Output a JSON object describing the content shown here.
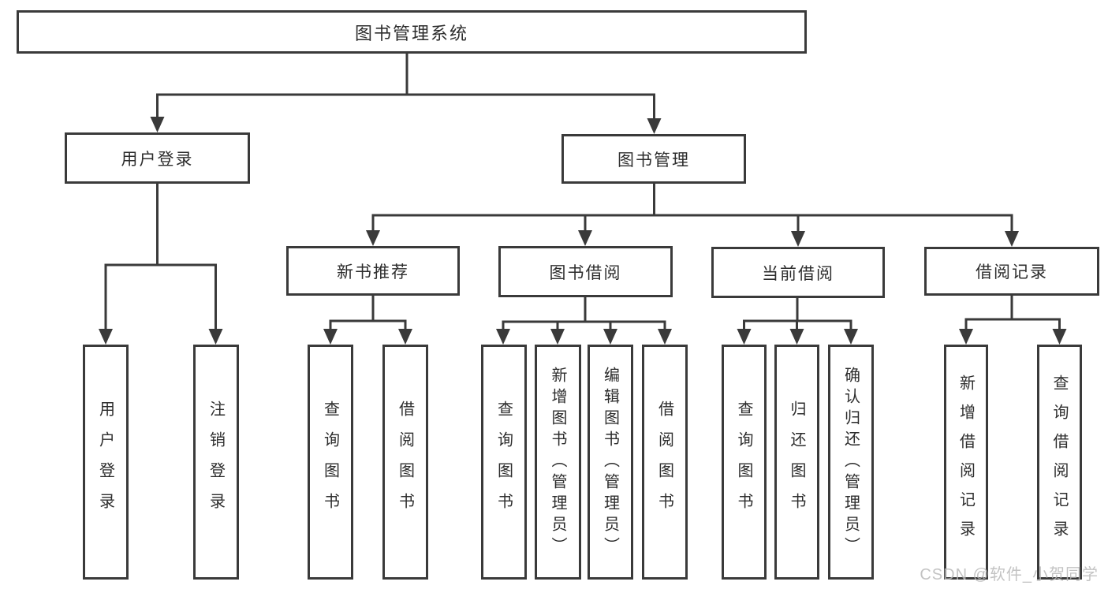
{
  "diagram_type": "tree",
  "title": "图书管理系统",
  "colors": {
    "line": "#3a3a3a",
    "text": "#2d2d2d",
    "background": "#ffffff",
    "box_fill": "#ffffff",
    "watermark": "#b9b9b9"
  },
  "nodes": {
    "root": "图书管理系统",
    "level2": {
      "user_login": "用户登录",
      "book_mgmt": "图书管理"
    },
    "level3": {
      "new_books": "新书推荐",
      "book_borrow": "图书借阅",
      "current_borrow": "当前借阅",
      "borrow_records": "借阅记录"
    },
    "leaves": {
      "user_login": "用户登录",
      "logout": "注销登录",
      "query_books_new": "查询图书",
      "borrow_books_new": "借阅图书",
      "query_books_borrow": "查询图书",
      "add_books": "新增图书（管理员）",
      "edit_books": "编辑图书（管理员）",
      "borrow_books_borrow": "借阅图书",
      "query_books_current": "查询图书",
      "return_books": "归还图书",
      "confirm_return": "确认归还（管理员）",
      "add_borrow_record": "新增借阅记录",
      "query_borrow_record": "查询借阅记录"
    }
  },
  "structure": {
    "图书管理系统": [
      "用户登录",
      "图书管理"
    ],
    "用户登录": [
      "用户登录",
      "注销登录"
    ],
    "图书管理": [
      "新书推荐",
      "图书借阅",
      "当前借阅",
      "借阅记录"
    ],
    "新书推荐": [
      "查询图书",
      "借阅图书"
    ],
    "图书借阅": [
      "查询图书",
      "新增图书（管理员）",
      "编辑图书（管理员）",
      "借阅图书"
    ],
    "当前借阅": [
      "查询图书",
      "归还图书",
      "确认归还（管理员）"
    ],
    "借阅记录": [
      "新增借阅记录",
      "查询借阅记录"
    ]
  },
  "watermark": "CSDN @软件_小贺同学"
}
